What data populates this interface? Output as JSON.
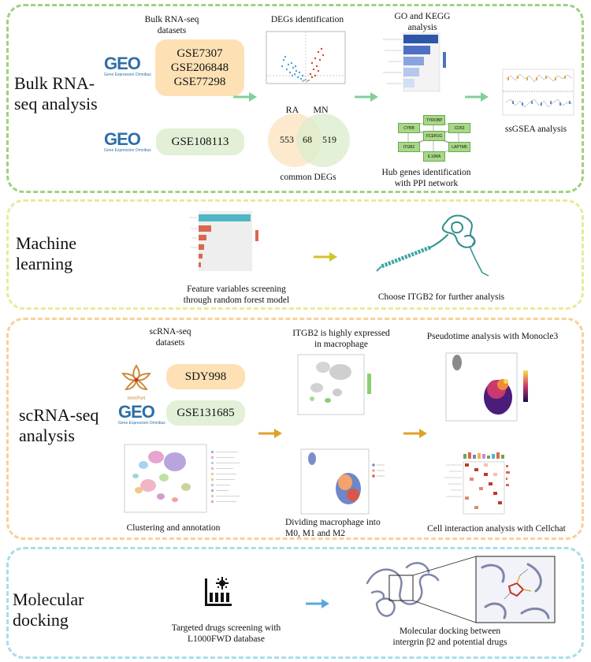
{
  "colors": {
    "green_panel": "#9fd27d",
    "yellow_panel": "#e6ec9a",
    "orange_panel": "#f7d19a",
    "blue_panel": "#a9dde9",
    "pill_orange": "#fde1b5",
    "pill_green": "#e1f0d6",
    "arrow_green": "#83cf9a",
    "arrow_yellow": "#cfc52a",
    "arrow_orange": "#e0a12a",
    "arrow_blue": "#5aa8db"
  },
  "bulk": {
    "title": "Bulk RNA-seq analysis",
    "datasets_label": "Bulk RNA-seq datasets",
    "datasets_a": [
      "GSE7307",
      "GSE206848",
      "GSE77298"
    ],
    "dataset_b": "GSE108113",
    "geo_word": "GEO",
    "geo_sub": "Gene Expression Omnibus",
    "degs_label": "DEGs identification",
    "venn": {
      "left_label": "RA",
      "right_label": "MN",
      "left_only": "553",
      "overlap": "68",
      "right_only": "519"
    },
    "common_label": "common DEGs",
    "gokegg_label": "GO and KEGG analysis",
    "hub_label": "Hub genes identification with PPI network",
    "hub_genes": [
      "TYROBP",
      "CYBB",
      "CD53",
      "FCER1G",
      "ITGB2",
      "LAPTM5",
      "IL10RA"
    ],
    "ssgsea_label": "ssGSEA analysis"
  },
  "ml": {
    "title": "Machine learning",
    "rf_label": "Feature variables screening through random forest model",
    "choose_label": "Choose ITGB2 for further analysis"
  },
  "sc": {
    "title": "scRNA-seq analysis",
    "datasets_label": "scRNA-seq datasets",
    "dataset_a": "SDY998",
    "dataset_b": "GSE131685",
    "immport_word": "ImmPort",
    "itgb2_label": "ITGB2 is highly expressed in macrophage",
    "pseudo_label": "Pseudotime analysis with Monocle3",
    "cluster_label": "Clustering and annotation",
    "divide_label": "Dividing macrophage into M0, M1 and M2",
    "cellchat_label": "Cell interaction analysis with Cellchat"
  },
  "md": {
    "title": "Molecular docking",
    "drugs_label": "Targeted drugs screening with L1000FWD database",
    "docking_label": "Molecular docking between intergrin β2 and potential drugs"
  }
}
